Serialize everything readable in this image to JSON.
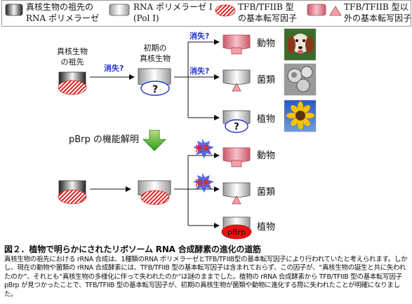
{
  "legend": {
    "item1": [
      "真核生物の祖先の",
      "RNA ポリメラーゼ"
    ],
    "item2": [
      "RNA ポリメラーゼ I",
      "(Pol I)"
    ],
    "item3": [
      "TFB/TFIIB 型",
      "の基本転写因子"
    ],
    "item4": [
      "TFB/TFIIB 型以",
      "外の基本転写因子"
    ]
  },
  "diagram": {
    "ancestor_label": [
      "真核生物",
      "の祖先"
    ],
    "early_label": [
      "初期の",
      "真核生物"
    ],
    "loss_q": "消失?",
    "loss": "消失",
    "animal": "動物",
    "fungi": "菌類",
    "plant": "植物",
    "question": "?",
    "pbrp_title": "pBrp の機能解明",
    "pbrp": "pBrp"
  },
  "caption": {
    "title": "図２．植物で明らかにされたリボソーム RNA 合成酵素の進化の道筋",
    "body": "真核生物の祖先における rRNA 合成は、1種類のRNA ポリメラーゼとTFB/TFIIB型の基本転写因子により行われていたと考えられます。しかし、現在の動物や菌類の rRNA 合成酵素には、TFB/TFIIB 型の基本転写因子は含まれておらず、この因子が、“真核生物の誕生と共に失われたのか”、それとも“真核生物の多様化に伴って失われたのか”は謎のままでした。植物の rRNA 合成酵素から TFB/TFIIB 型の基本転写因子 pBrp が見つかったことで、TFB/TFIIB 型の基本転写因子が、初期の真核生物が菌類や動物に進化する際に失われたことが明確になりました。"
  },
  "colors": {
    "hatch_red": "#dd2222",
    "pink_triangle": "#f0a0a8",
    "pbrp_red": "#ee1111",
    "arrow_green": "#33aa22",
    "loss_blue": "#2233cc",
    "burst_blue": "#3355ee"
  },
  "icons": [
    "dog-photo",
    "yeast-photo",
    "sunflower-photo"
  ]
}
